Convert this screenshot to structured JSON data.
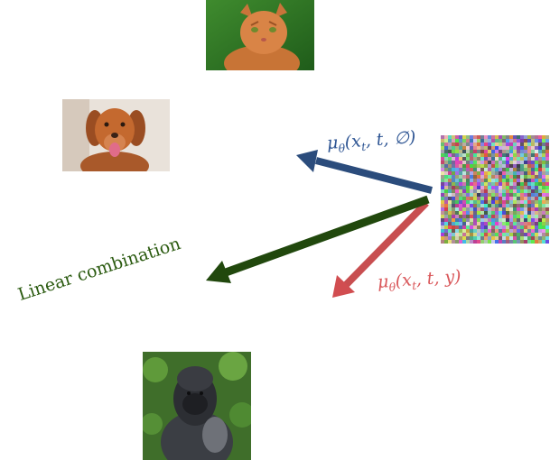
{
  "images": {
    "cat": "cat-photo",
    "dog": "dog-photo",
    "noise": "noise-image",
    "gorilla": "gorilla-photo"
  },
  "labels": {
    "unconditional": {
      "mu": "μ",
      "theta": "θ",
      "args_open": "(x",
      "t_sub": "t",
      "args_rest": ", t, ∅)"
    },
    "conditional": {
      "mu": "μ",
      "theta": "θ",
      "args_open": "(x",
      "t_sub": "t",
      "args_rest": ", t, y)"
    },
    "linear": "Linear combination"
  },
  "colors": {
    "unconditional_arrow": "#2b4c7c",
    "conditional_arrow": "#c84e50",
    "linear_arrow": "#21480d"
  }
}
